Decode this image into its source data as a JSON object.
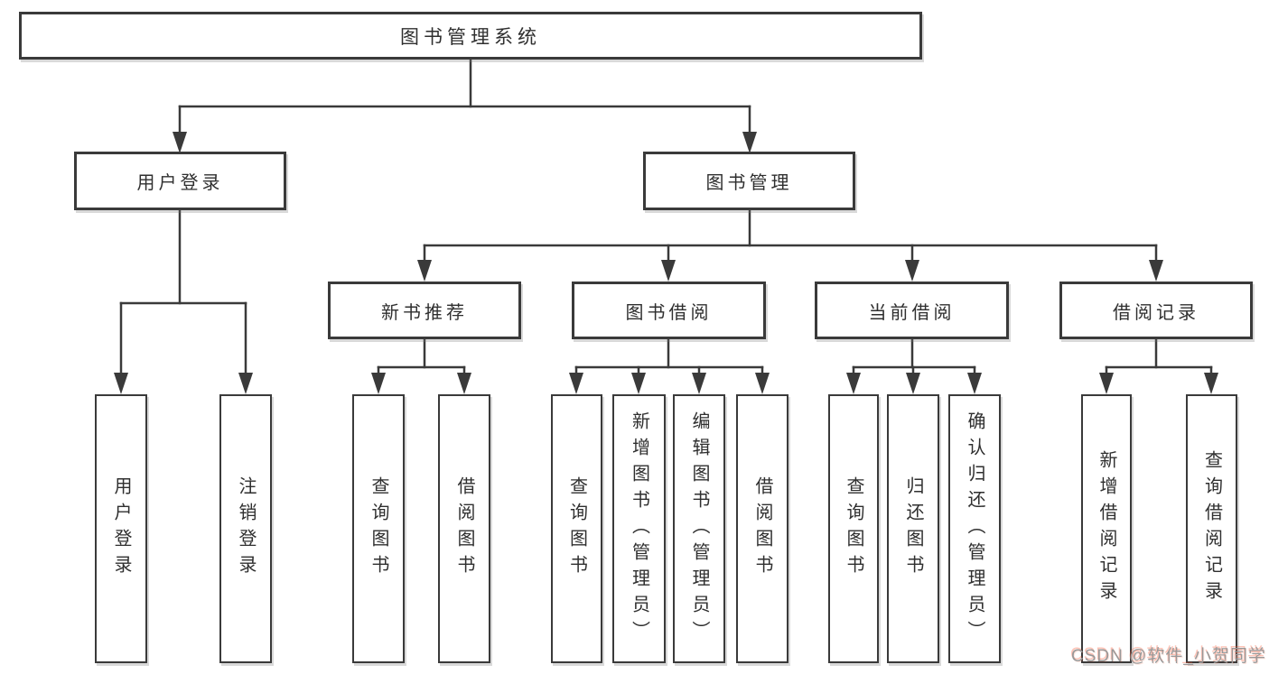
{
  "tree": {
    "root": {
      "label": "图书管理系统",
      "children": [
        {
          "label": "用户登录",
          "children": [
            {
              "label": "用户登录"
            },
            {
              "label": "注销登录"
            }
          ]
        },
        {
          "label": "图书管理",
          "children": [
            {
              "label": "新书推荐",
              "children": [
                {
                  "label": "查询图书"
                },
                {
                  "label": "借阅图书"
                }
              ]
            },
            {
              "label": "图书借阅",
              "children": [
                {
                  "label": "查询图书"
                },
                {
                  "label": "新增图书（管理员）"
                },
                {
                  "label": "编辑图书（管理员）"
                },
                {
                  "label": "借阅图书"
                }
              ]
            },
            {
              "label": "当前借阅",
              "children": [
                {
                  "label": "查询图书"
                },
                {
                  "label": "归还图书"
                },
                {
                  "label": "确认归还（管理员）"
                }
              ]
            },
            {
              "label": "借阅记录",
              "children": [
                {
                  "label": "新增借阅记录"
                },
                {
                  "label": "查询借阅记录"
                }
              ]
            }
          ]
        }
      ]
    }
  },
  "watermark": {
    "text": "CSDN @软件_小贺同学"
  },
  "colors": {
    "line": "#3a3a3a",
    "box_border": "#3a3a3a",
    "box_background": "#ffffff",
    "text": "#2f2f2f",
    "watermark_gray": "#999999",
    "watermark_red": "#fc5531"
  }
}
